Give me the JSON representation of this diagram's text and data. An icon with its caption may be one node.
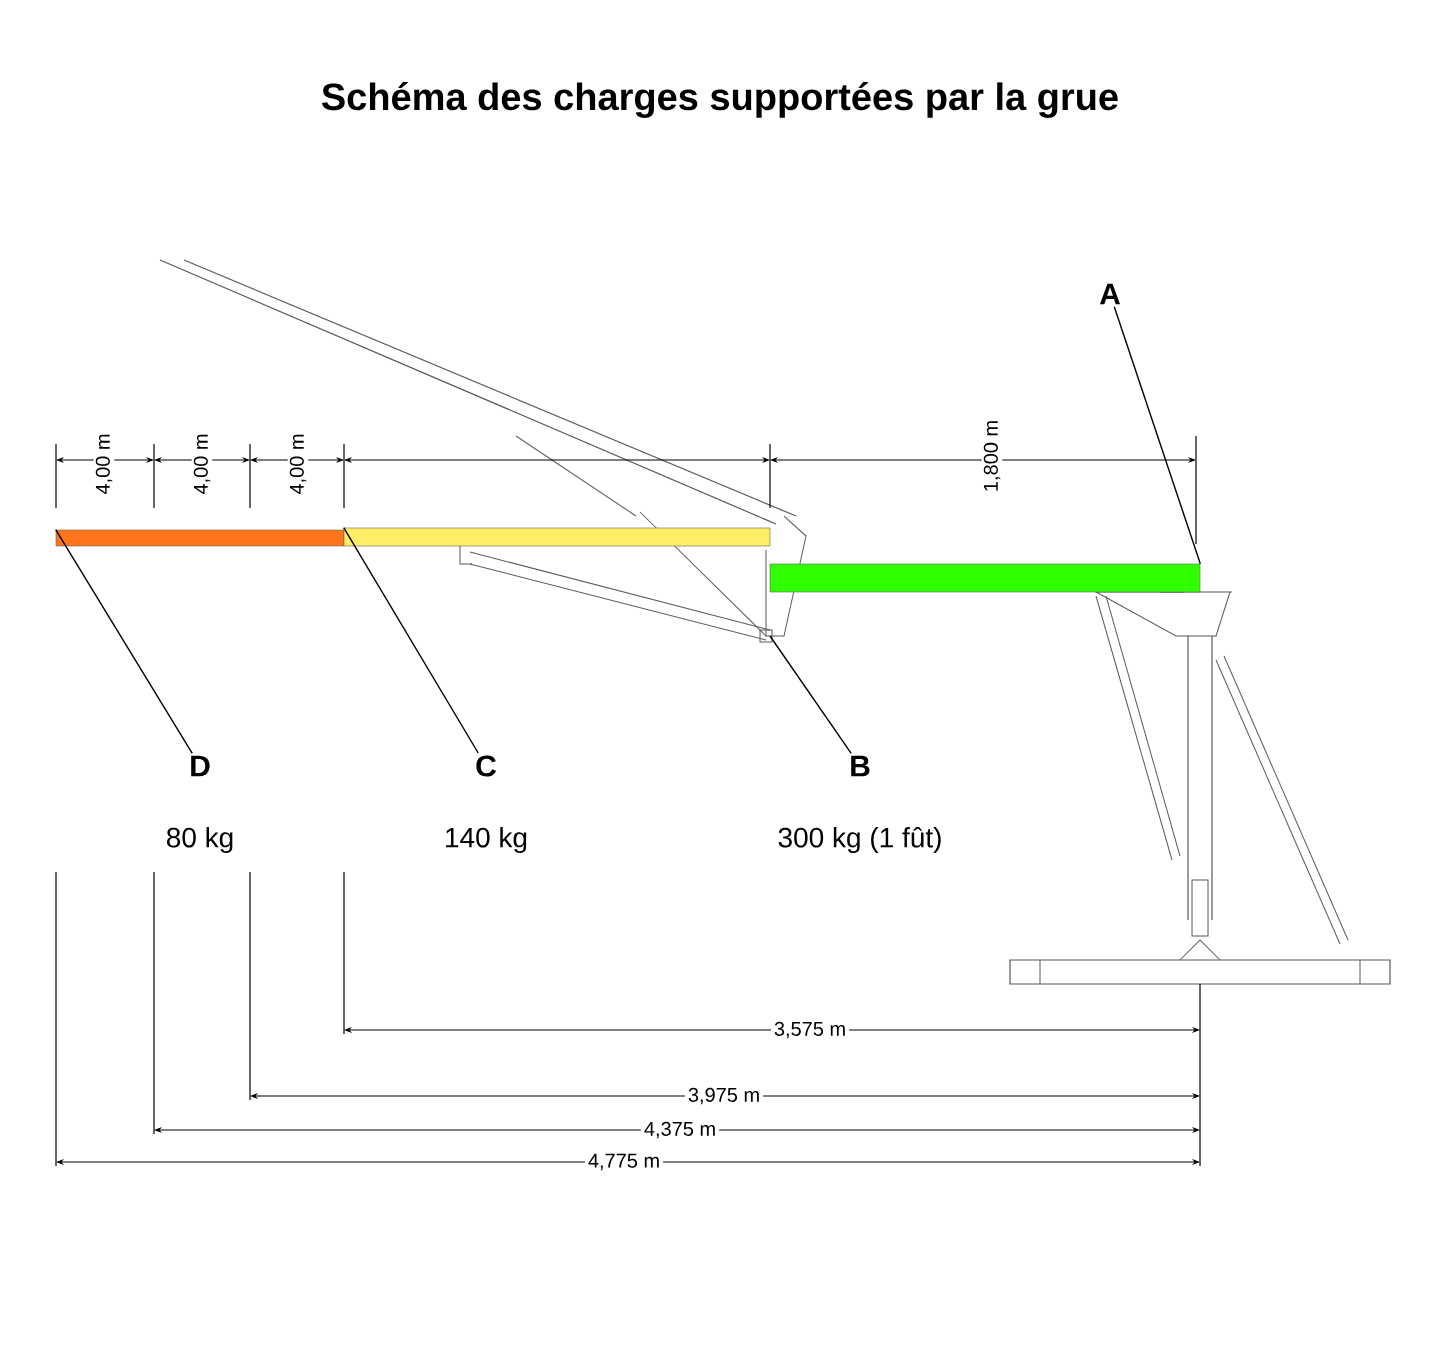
{
  "diagram": {
    "title": "Schéma des charges supportées par la grue",
    "nodes": [
      {
        "text": [
          "A"
        ]
      },
      {
        "text": [
          "D"
        ],
        "beside": [
          "80 kg"
        ]
      },
      {
        "text": [
          "C"
        ],
        "beside": [
          "140 kg"
        ]
      },
      {
        "text": [
          "B"
        ],
        "beside": [
          "300 kg (1 fût)"
        ]
      },
      {
        "text": [],
        "shape": "bar"
      },
      {
        "text": [],
        "shape": "bar"
      },
      {
        "text": [],
        "shape": "bar"
      }
    ],
    "edges": [
      {
        "from": 0,
        "to": 6,
        "arrow": "none"
      },
      {
        "from": 1,
        "to": 4,
        "arrow": "none"
      },
      {
        "from": 2,
        "to": 5,
        "arrow": "none"
      },
      {
        "from": 3,
        "to": null,
        "arrow": "none"
      }
    ],
    "labels": [
      "4,00 m",
      "4,00 m",
      "4,00 m",
      "1,800 m",
      "3,575 m",
      "3,975 m",
      "4,375 m",
      "4,775 m"
    ]
  }
}
